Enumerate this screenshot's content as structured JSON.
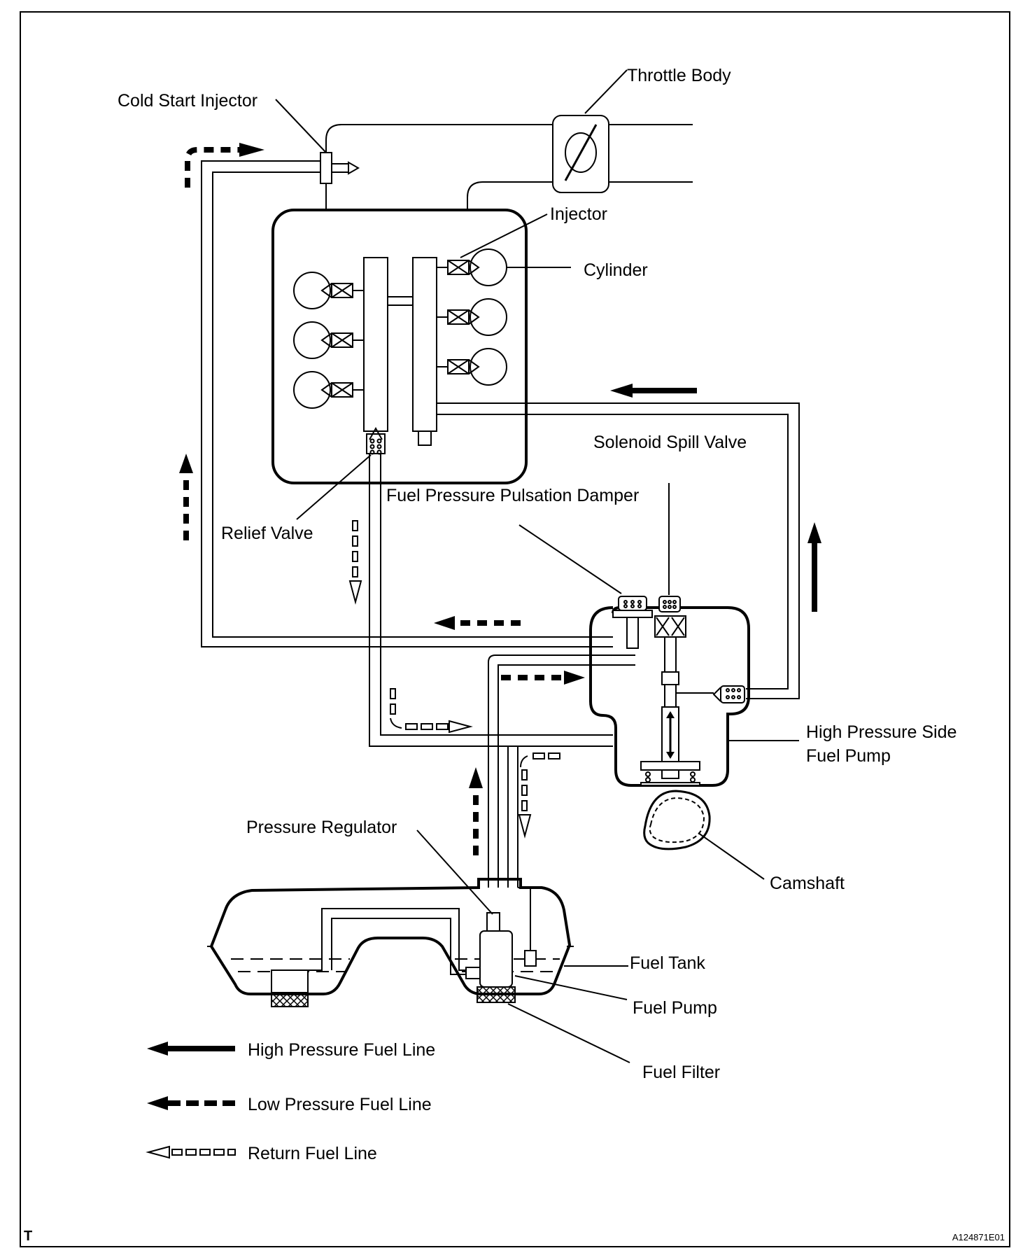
{
  "labels": {
    "throttle_body": "Throttle Body",
    "cold_start_injector": "Cold Start Injector",
    "injector": "Injector",
    "cylinder": "Cylinder",
    "solenoid_spill_valve": "Solenoid Spill Valve",
    "fuel_pressure_pulsation_damper": "Fuel Pressure Pulsation Damper",
    "relief_valve": "Relief Valve",
    "high_pressure_side_fuel_pump_line1": "High Pressure Side",
    "high_pressure_side_fuel_pump_line2": "Fuel Pump",
    "pressure_regulator": "Pressure Regulator",
    "camshaft": "Camshaft",
    "fuel_tank": "Fuel Tank",
    "fuel_pump": "Fuel Pump",
    "fuel_filter": "Fuel Filter"
  },
  "legend": {
    "high_pressure": "High Pressure Fuel Line",
    "low_pressure": "Low Pressure Fuel Line",
    "return": "Return Fuel Line"
  },
  "corner": {
    "left": "T",
    "right": "A124871E01"
  }
}
